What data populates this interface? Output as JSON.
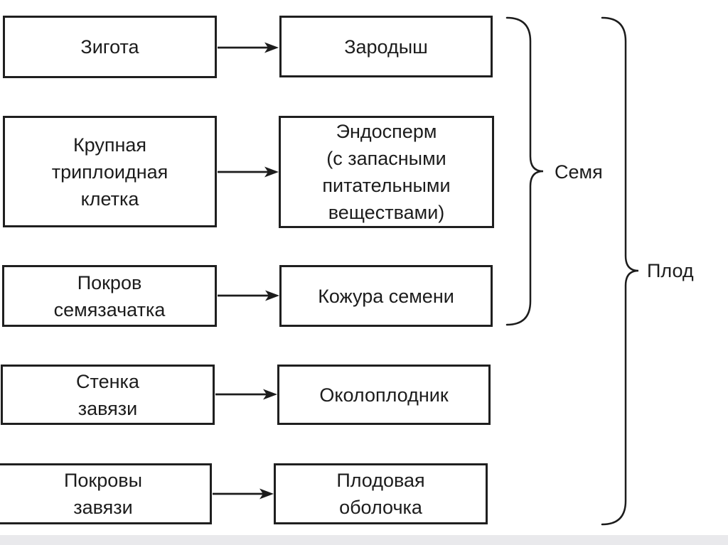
{
  "diagram": {
    "rows": [
      {
        "source": "Зигота",
        "result": "Зародыш"
      },
      {
        "source": "Крупная\nтриплоидная\nклетка",
        "result": "Эндосперм\n(с запасными\nпитательными\nвеществами)"
      },
      {
        "source": "Покров\nсемязачатка",
        "result": "Кожура семени"
      },
      {
        "source": "Стенка\nзавязи",
        "result": "Околоплодник"
      },
      {
        "source": "Покровы\nзавязи",
        "result": "Плодовая\nоболочка"
      }
    ],
    "groups": {
      "seed_label": "Семя",
      "fruit_label": "Плод"
    }
  },
  "colors": {
    "ink": "#1c1c1c",
    "box_border": "#1f1f1f",
    "background": "#ffffff",
    "bottom_strip": "#e9e9ec"
  }
}
